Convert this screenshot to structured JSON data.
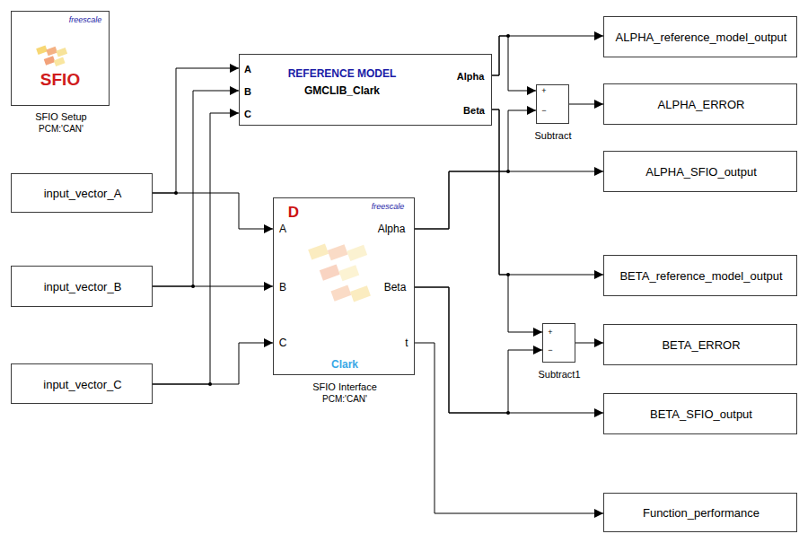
{
  "diagram": {
    "nodes": [
      {
        "text": [
          "freescale",
          "SFIO",
          "SFIO Setup",
          "PCM:'CAN'"
        ]
      },
      {
        "text": [
          "ALPHA_reference_model_output"
        ]
      },
      {
        "text": [
          "A",
          "B",
          "C",
          "REFERENCE MODEL",
          "GMCLIB_Clark",
          "Alpha",
          "Beta"
        ]
      },
      {
        "text": [
          "+",
          "−",
          "Subtract"
        ]
      },
      {
        "text": [
          "ALPHA_ERROR"
        ]
      },
      {
        "text": [
          "ALPHA_SFIO_output"
        ]
      },
      {
        "text": [
          "input_vector_A"
        ]
      },
      {
        "text": [
          "D",
          "freescale",
          "A",
          "B",
          "C",
          "Alpha",
          "Beta",
          "t",
          "Clark",
          "SFIO Interface",
          "PCM:'CAN'"
        ]
      },
      {
        "text": [
          "BETA_reference_model_output"
        ]
      },
      {
        "text": [
          "input_vector_B"
        ]
      },
      {
        "text": [
          "+",
          "−",
          "Subtract1"
        ]
      },
      {
        "text": [
          "BETA_ERROR"
        ]
      },
      {
        "text": [
          "BETA_SFIO_output"
        ]
      },
      {
        "text": [
          "input_vector_C"
        ]
      },
      {
        "text": [
          "Function_performance"
        ]
      }
    ],
    "edges": [
      {
        "from": 6,
        "to": 2,
        "arrow": "to"
      },
      {
        "from": 6,
        "to": 7,
        "arrow": "to"
      },
      {
        "from": 9,
        "to": 2,
        "arrow": "to"
      },
      {
        "from": 9,
        "to": 7,
        "arrow": "to"
      },
      {
        "from": 13,
        "to": 2,
        "arrow": "to"
      },
      {
        "from": 13,
        "to": 7,
        "arrow": "to"
      },
      {
        "from": 2,
        "to": 1,
        "arrow": "to"
      },
      {
        "from": 2,
        "to": 3,
        "arrow": "to"
      },
      {
        "from": 7,
        "to": 5,
        "arrow": "to"
      },
      {
        "from": 7,
        "to": 3,
        "arrow": "to"
      },
      {
        "from": 3,
        "to": 4,
        "arrow": "to"
      },
      {
        "from": 2,
        "to": 8,
        "arrow": "to"
      },
      {
        "from": 2,
        "to": 10,
        "arrow": "to"
      },
      {
        "from": 7,
        "to": 12,
        "arrow": "to"
      },
      {
        "from": 7,
        "to": 10,
        "arrow": "to"
      },
      {
        "from": 10,
        "to": 11,
        "arrow": "to"
      },
      {
        "from": 7,
        "to": 14,
        "arrow": "to"
      }
    ]
  }
}
